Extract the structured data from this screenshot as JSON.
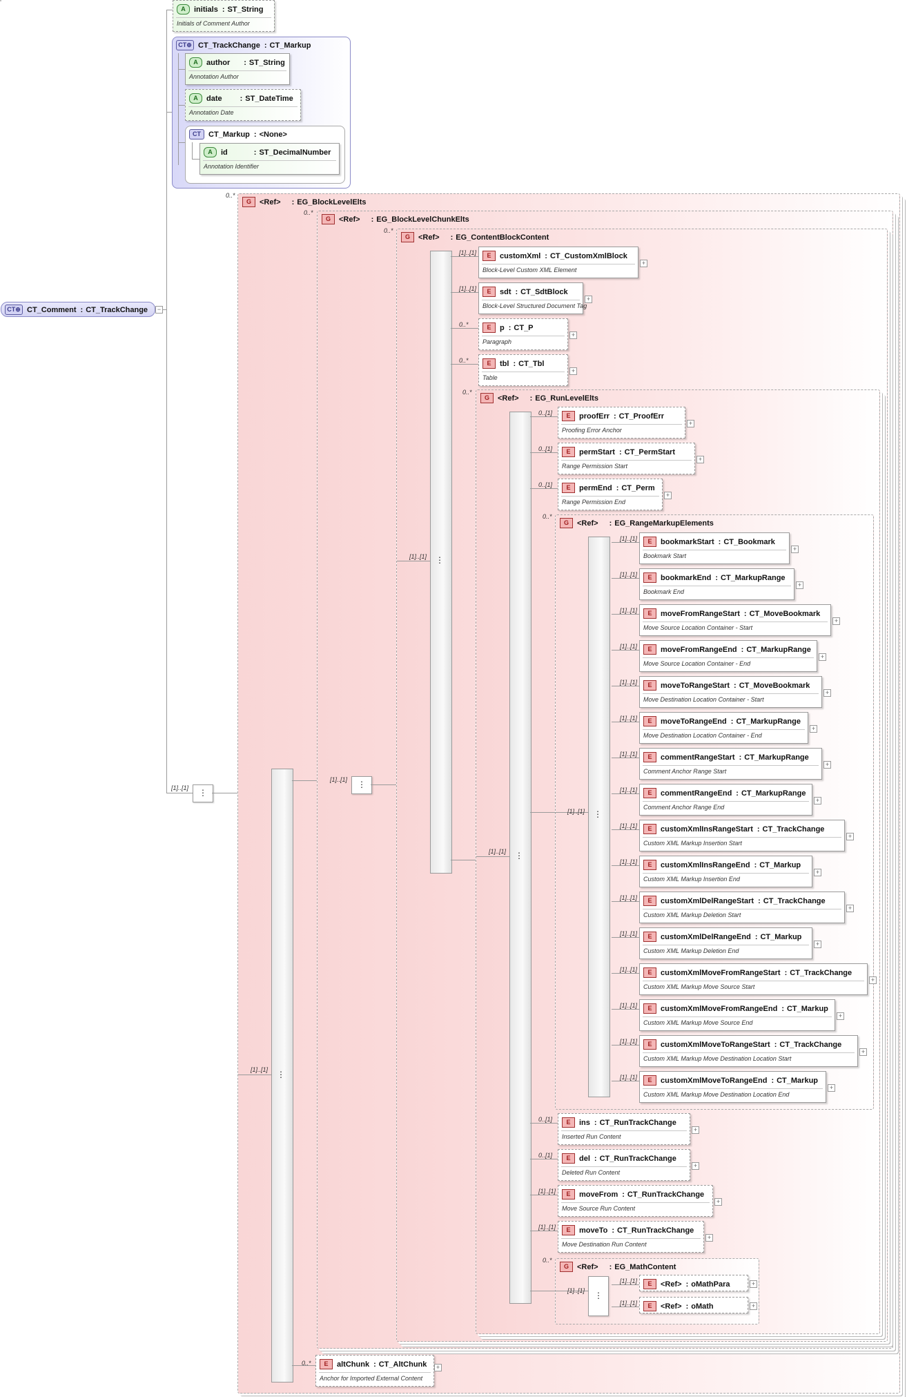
{
  "root": {
    "name": "CT_Comment",
    "type": "CT_TrackChange"
  },
  "attr_initials": {
    "name": "initials",
    "type": "ST_String",
    "doc": "Initials of Comment Author"
  },
  "ct_trackchange": {
    "name": "CT_TrackChange",
    "base": "CT_Markup"
  },
  "attr_author": {
    "name": "author",
    "type": "ST_String",
    "doc": "Annotation Author"
  },
  "attr_date": {
    "name": "date",
    "type": "ST_DateTime",
    "doc": "Annotation Date"
  },
  "ct_markup": {
    "name": "CT_Markup",
    "base": "<None>"
  },
  "attr_id": {
    "name": "id",
    "type": "ST_DecimalNumber",
    "doc": "Annotation Identifier"
  },
  "badges": {
    "attr": "A",
    "ct": "CT⊕",
    "ct_plain": "CT",
    "elem": "E",
    "group": "G",
    "seq": "⋮",
    "plus": "+",
    "minus": "−"
  },
  "groups": {
    "block_level": {
      "ref": "<Ref>",
      "name": "EG_BlockLevelElts",
      "card": "0..*"
    },
    "block_chunk": {
      "ref": "<Ref>",
      "name": "EG_BlockLevelChunkElts",
      "card": "0..*"
    },
    "content_block": {
      "ref": "<Ref>",
      "name": "EG_ContentBlockContent",
      "card": "0..*"
    },
    "run_level": {
      "ref": "<Ref>",
      "name": "EG_RunLevelElts",
      "card": "0..*"
    },
    "range_markup": {
      "ref": "<Ref>",
      "name": "EG_RangeMarkupElements",
      "card": "0..*"
    },
    "math": {
      "ref": "<Ref>",
      "name": "EG_MathContent",
      "card": "0..*"
    }
  },
  "cards": {
    "one": "[1]..[1]",
    "zero_one": "0..[1]",
    "zero_many": "0..*"
  },
  "content_block_items": [
    {
      "name": "customXml",
      "type": "CT_CustomXmlBlock",
      "doc": "Block-Level Custom XML Element",
      "card": "[1]..[1]"
    },
    {
      "name": "sdt",
      "type": "CT_SdtBlock",
      "doc": "Block-Level Structured Document Tag",
      "card": "[1]..[1]"
    },
    {
      "name": "p",
      "type": "CT_P",
      "doc": "Paragraph",
      "card": "0..*"
    },
    {
      "name": "tbl",
      "type": "CT_Tbl",
      "doc": "Table",
      "card": "0..*"
    }
  ],
  "run_level_items": [
    {
      "name": "proofErr",
      "type": "CT_ProofErr",
      "doc": "Proofing Error Anchor",
      "card": "0..[1]"
    },
    {
      "name": "permStart",
      "type": "CT_PermStart",
      "doc": "Range Permission Start",
      "card": "0..[1]"
    },
    {
      "name": "permEnd",
      "type": "CT_Perm",
      "doc": "Range Permission End",
      "card": "0..[1]"
    }
  ],
  "range_items": [
    {
      "name": "bookmarkStart",
      "type": "CT_Bookmark",
      "doc": "Bookmark Start",
      "card": "[1]..[1]"
    },
    {
      "name": "bookmarkEnd",
      "type": "CT_MarkupRange",
      "doc": "Bookmark End",
      "card": "[1]..[1]"
    },
    {
      "name": "moveFromRangeStart",
      "type": "CT_MoveBookmark",
      "doc": "Move Source Location Container - Start",
      "card": "[1]..[1]"
    },
    {
      "name": "moveFromRangeEnd",
      "type": "CT_MarkupRange",
      "doc": "Move Source Location Container - End",
      "card": "[1]..[1]"
    },
    {
      "name": "moveToRangeStart",
      "type": "CT_MoveBookmark",
      "doc": "Move Destination Location Container - Start",
      "card": "[1]..[1]"
    },
    {
      "name": "moveToRangeEnd",
      "type": "CT_MarkupRange",
      "doc": "Move Destination Location Container - End",
      "card": "[1]..[1]"
    },
    {
      "name": "commentRangeStart",
      "type": "CT_MarkupRange",
      "doc": "Comment Anchor Range Start",
      "card": "[1]..[1]"
    },
    {
      "name": "commentRangeEnd",
      "type": "CT_MarkupRange",
      "doc": "Comment Anchor Range End",
      "card": "[1]..[1]"
    },
    {
      "name": "customXmlInsRangeStart",
      "type": "CT_TrackChange",
      "doc": "Custom XML Markup Insertion Start",
      "card": "[1]..[1]"
    },
    {
      "name": "customXmlInsRangeEnd",
      "type": "CT_Markup",
      "doc": "Custom XML Markup Insertion End",
      "card": "[1]..[1]"
    },
    {
      "name": "customXmlDelRangeStart",
      "type": "CT_TrackChange",
      "doc": "Custom XML Markup Deletion Start",
      "card": "[1]..[1]"
    },
    {
      "name": "customXmlDelRangeEnd",
      "type": "CT_Markup",
      "doc": "Custom XML Markup Deletion End",
      "card": "[1]..[1]"
    },
    {
      "name": "customXmlMoveFromRangeStart",
      "type": "CT_TrackChange",
      "doc": "Custom XML Markup Move Source Start",
      "card": "[1]..[1]"
    },
    {
      "name": "customXmlMoveFromRangeEnd",
      "type": "CT_Markup",
      "doc": "Custom XML Markup Move Source End",
      "card": "[1]..[1]"
    },
    {
      "name": "customXmlMoveToRangeStart",
      "type": "CT_TrackChange",
      "doc": "Custom XML Markup Move Destination Location Start",
      "card": "[1]..[1]"
    },
    {
      "name": "customXmlMoveToRangeEnd",
      "type": "CT_Markup",
      "doc": "Custom XML Markup Move Destination Location End",
      "card": "[1]..[1]"
    }
  ],
  "run_tail_items": [
    {
      "name": "ins",
      "type": "CT_RunTrackChange",
      "doc": "Inserted Run Content",
      "card": "0..[1]"
    },
    {
      "name": "del",
      "type": "CT_RunTrackChange",
      "doc": "Deleted Run Content",
      "card": "0..[1]"
    },
    {
      "name": "moveFrom",
      "type": "CT_RunTrackChange",
      "doc": "Move Source Run Content",
      "card": "[1]..[1]"
    },
    {
      "name": "moveTo",
      "type": "CT_RunTrackChange",
      "doc": "Move Destination Run Content",
      "card": "[1]..[1]"
    }
  ],
  "math_items": [
    {
      "name": "<Ref>",
      "type": "oMathPara",
      "card": "[1]..[1]"
    },
    {
      "name": "<Ref>",
      "type": "oMath",
      "card": "[1]..[1]"
    }
  ],
  "alt_chunk": {
    "name": "altChunk",
    "type": "CT_AltChunk",
    "doc": "Anchor for Imported External Content",
    "card": "0..*"
  }
}
